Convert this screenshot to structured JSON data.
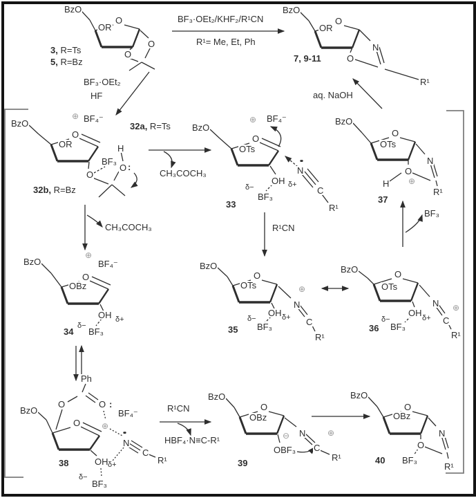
{
  "colors": {
    "ink": "#2e2e2e",
    "charge_gray": "#9b9b9b",
    "bracket_gray": "#7d7d7d",
    "background": "#ffffff"
  },
  "c3_5": {
    "bzo": "BzO",
    "ring_o": "O",
    "or": "OR",
    "diox_o_right": "O",
    "diox_o_left": "O",
    "label3_num": "3,",
    "label3_r": " R=Ts",
    "label5_num": "5,",
    "label5_r": " R=Bz",
    "reagent1": "BF₃·OEt₂",
    "reagent2": "HF"
  },
  "arrow_top": {
    "above": "BF₃·OEt₂/KHF₂/R¹CN",
    "below": "R¹= Me, Et, Ph"
  },
  "c7_9_11": {
    "bzo": "BzO",
    "ring_o": "O",
    "or": "OR",
    "n": "N",
    "o": "O",
    "r1": "R¹",
    "label": "7, 9-11"
  },
  "naoh": {
    "reagent": "aq. NaOH"
  },
  "c32": {
    "plus": "⊕",
    "bf4": "BF₄⁻",
    "label32a_num": "32a,",
    "label32a_r": " R=Ts",
    "bzo": "BzO",
    "ring_o": "O",
    "or": "OR",
    "h": "H",
    "bf3": "BF₃",
    "o_acetonide": "O",
    "lone_pair": ":",
    "o_link": "O",
    "label32b_num": "32b,",
    "label32b_r": " R=Bz"
  },
  "step32_33": {
    "byproduct": "CH₃COCH₃"
  },
  "c33": {
    "plus": "⊕",
    "bf4": "BF₄⁻",
    "bzo": "BzO",
    "ring_o": "O",
    "ots": "OTs",
    "oh": "OH",
    "delta_plus": "δ+",
    "delta_minus": "δ−",
    "bf3": "BF₃",
    "lone_pair": "••",
    "n": "N",
    "c": "C",
    "r1": "R¹",
    "label": "33"
  },
  "step33_35": {
    "reagent": "R¹CN"
  },
  "c37": {
    "bzo": "BzO",
    "ring_o": "O",
    "ots": "OTs",
    "n": "N",
    "o": "O",
    "plus": "⊕",
    "h": "H",
    "r1": "R¹",
    "label": "37"
  },
  "step36_37": {
    "leaving": "BF₃"
  },
  "step32b_34": {
    "byproduct": "CH₃COCH₃"
  },
  "c34": {
    "plus": "⊕",
    "bf4": "BF₄⁻",
    "bzo": "BzO",
    "ring_o": "O",
    "obz": "OBz",
    "oh": "OH",
    "delta_plus": "δ+",
    "delta_minus": "δ−",
    "bf3": "BF₃",
    "label": "34"
  },
  "c35": {
    "bzo": "BzO",
    "ring_o": "O",
    "ots": "OTs",
    "plus": "⊕",
    "n": "N",
    "c": "C",
    "r1": "R¹",
    "oh": "OH",
    "delta_plus": "δ+",
    "delta_minus": "δ−",
    "bf3": "BF₃",
    "label": "35"
  },
  "c36": {
    "bzo": "BzO",
    "ring_o": "O",
    "ots": "OTs",
    "plus": "⊕",
    "n": "N",
    "c": "C",
    "r1": "R¹",
    "oh": "OH",
    "delta_plus": "δ+",
    "delta_minus": "δ−",
    "bf3": "BF₃",
    "label": "36"
  },
  "c38": {
    "ph": "Ph",
    "ester_o": "O",
    "carbonyl_o": "O",
    "carbonyl_lp": ":",
    "bf4": "BF₄⁻",
    "bzo": "BzO",
    "ring_o": "O",
    "plus": "⊕",
    "lone_pair": "••",
    "n": "N",
    "c": "C",
    "r1": "R¹",
    "oh": "OH",
    "delta_plus": "δ+",
    "delta_minus": "δ−",
    "bf3": "BF₃",
    "label": "38"
  },
  "step38_39": {
    "reagent": "R¹CN",
    "byproduct": "HBF₄·N≡C-R¹"
  },
  "c39": {
    "bzo": "BzO",
    "ring_o": "O",
    "obz": "OBz",
    "minus": "⊖",
    "obf3": "OBF₃",
    "n": "N",
    "plus": "⊕",
    "c": "C",
    "r1": "R¹",
    "label": "39"
  },
  "c40": {
    "bzo": "BzO",
    "ring_o": "O",
    "obz": "OBz",
    "n": "N",
    "o": "O",
    "bf3": "BF₃",
    "r1": "R¹",
    "label": "40"
  }
}
